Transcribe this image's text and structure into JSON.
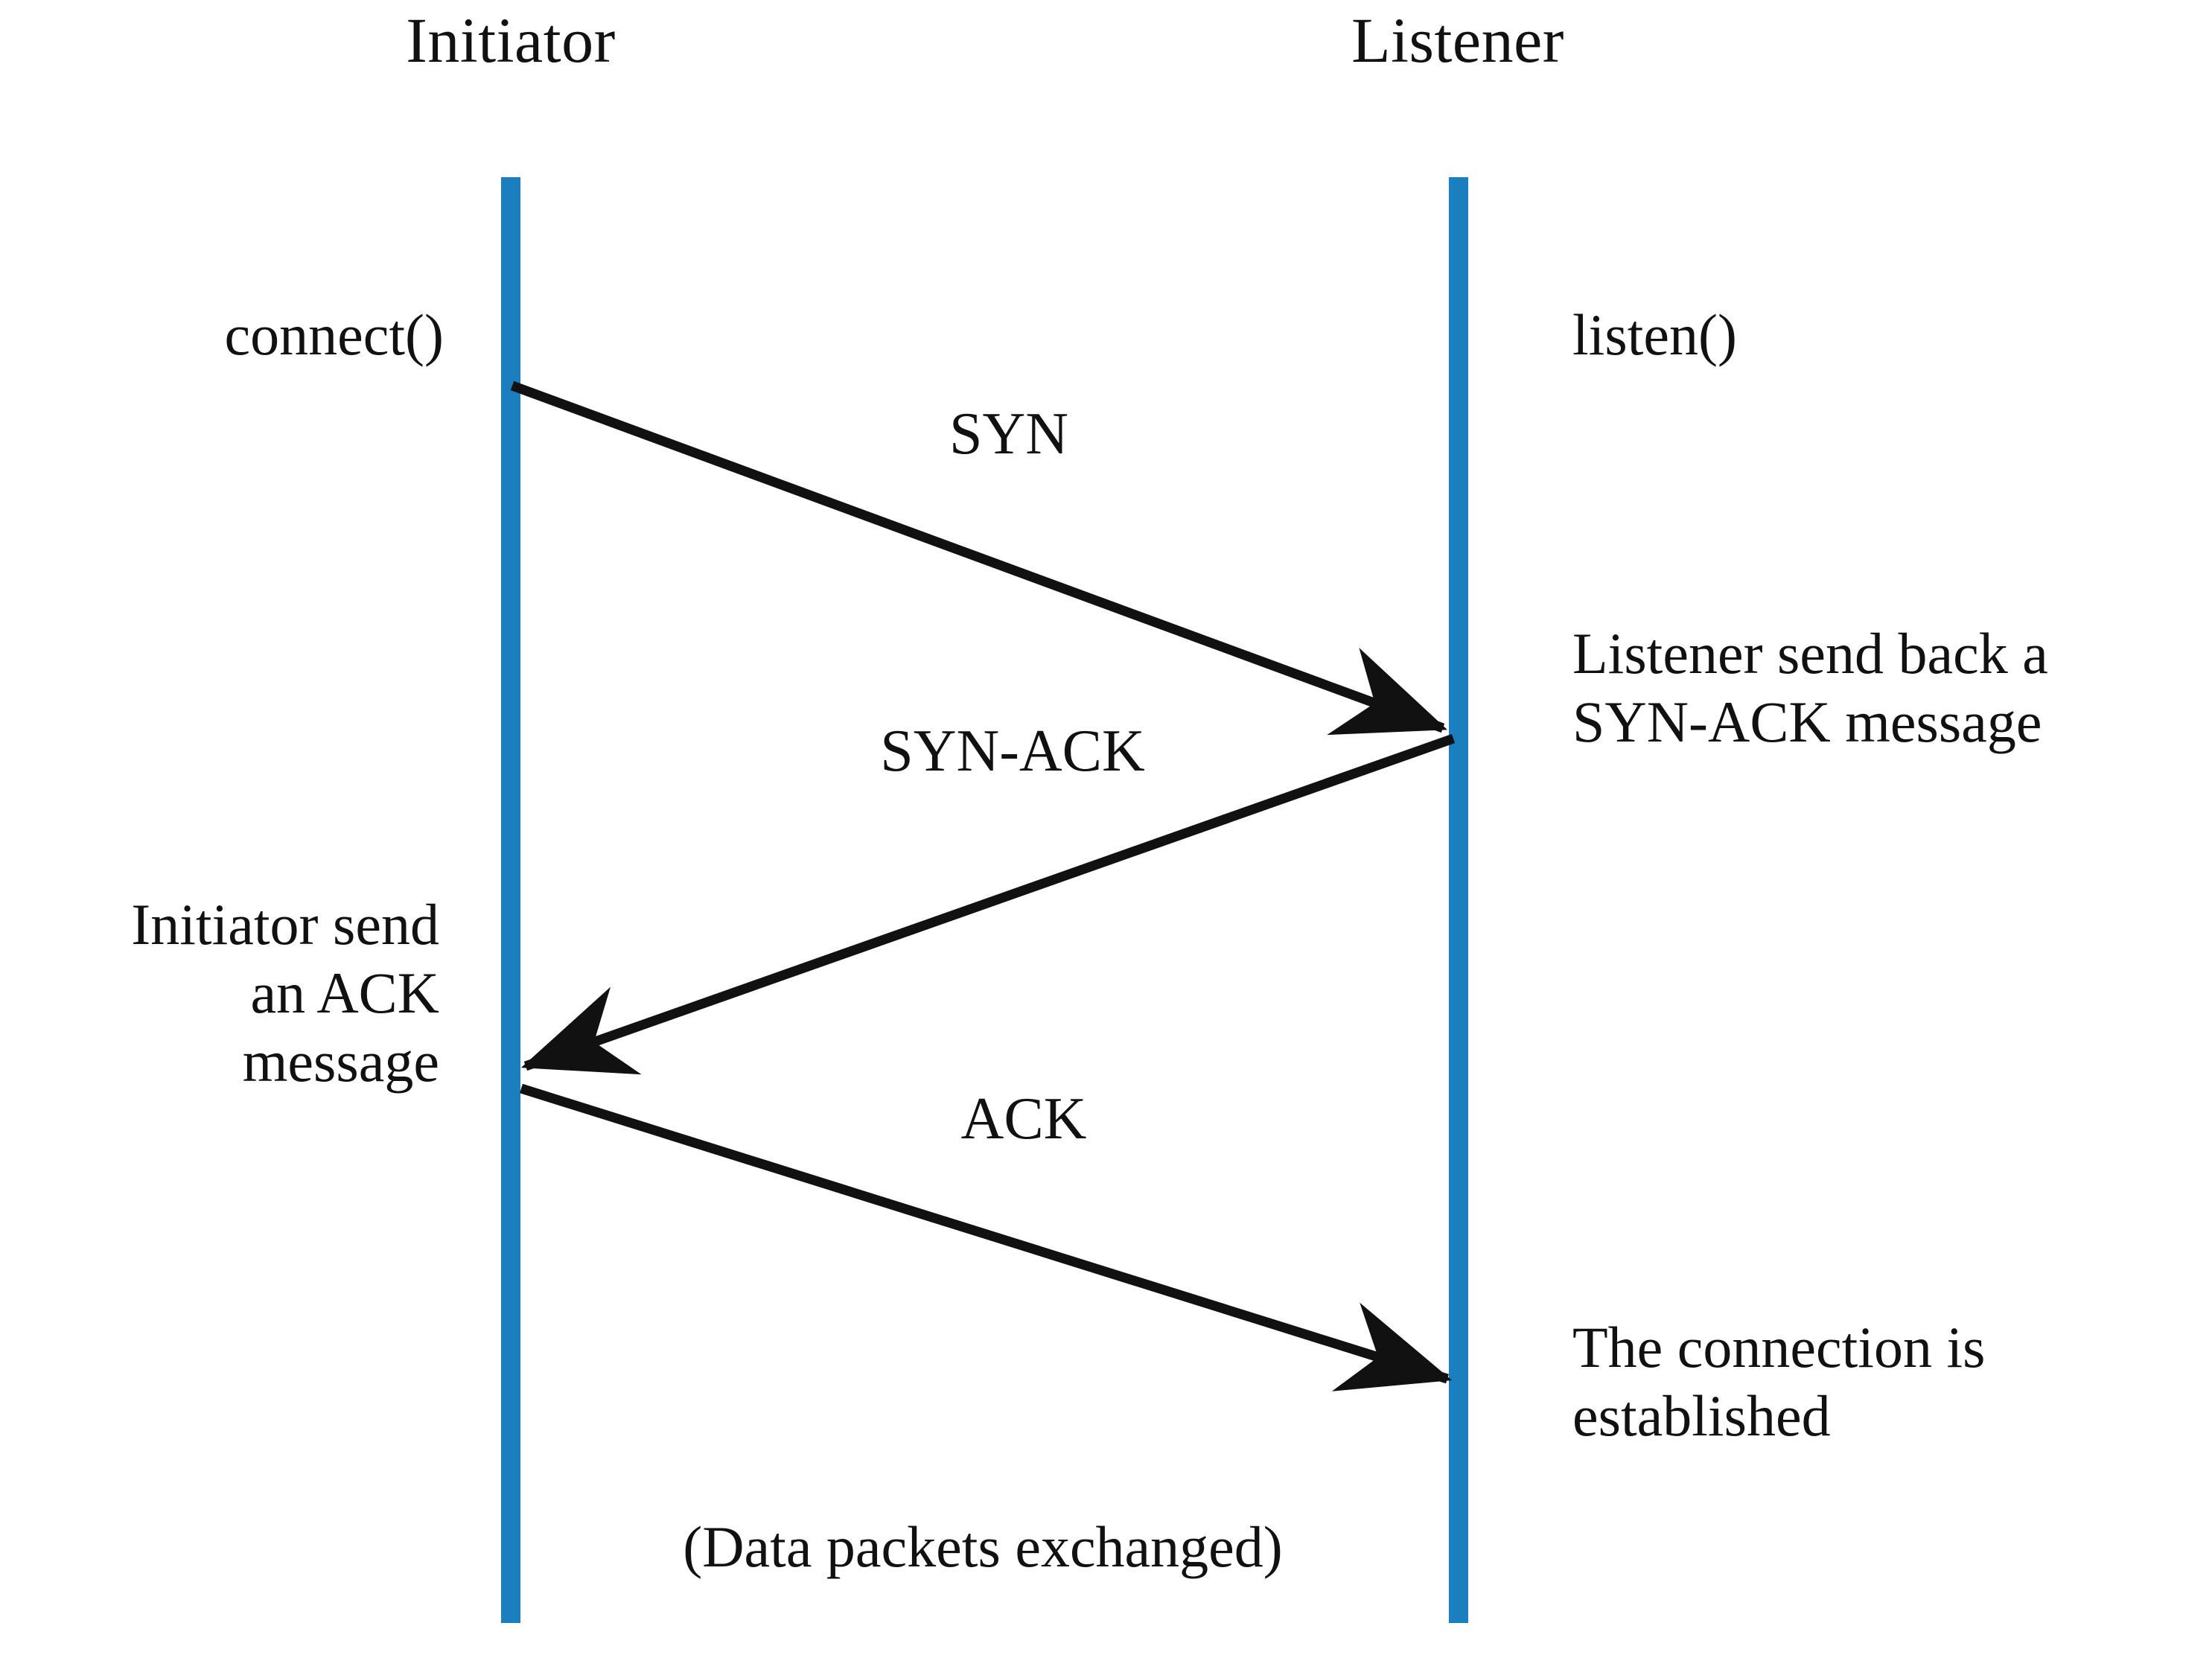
{
  "diagram": {
    "type": "sequence-diagram",
    "subject": "TCP three-way handshake",
    "background_color": "#ffffff",
    "lifeline_color": "#1b7ebf",
    "stroke_color": "#111111"
  },
  "participants": [
    {
      "id": "initiator",
      "label": "Initiator"
    },
    {
      "id": "listener",
      "label": "Listener"
    }
  ],
  "annotations": {
    "connect_call": "connect()",
    "listen_call": "listen()",
    "listener_note": "Listener send back a\nSYN-ACK message",
    "listener_note_lines": [
      "Listener send back a",
      "SYN-ACK message"
    ],
    "initiator_note": "Initiator send\nan ACK\nmessage",
    "initiator_note_lines": [
      "Initiator send",
      "an ACK",
      "message"
    ],
    "established_note": "The connection is\nestablished",
    "established_note_lines": [
      "The connection is",
      "established"
    ],
    "data_caption": "(Data packets exchanged)"
  },
  "messages": [
    {
      "id": "syn",
      "label": "SYN",
      "from": "initiator",
      "to": "listener",
      "direction": "right"
    },
    {
      "id": "syn-ack",
      "label": "SYN-ACK",
      "from": "listener",
      "to": "initiator",
      "direction": "left"
    },
    {
      "id": "ack",
      "label": "ACK",
      "from": "initiator",
      "to": "listener",
      "direction": "right"
    }
  ]
}
